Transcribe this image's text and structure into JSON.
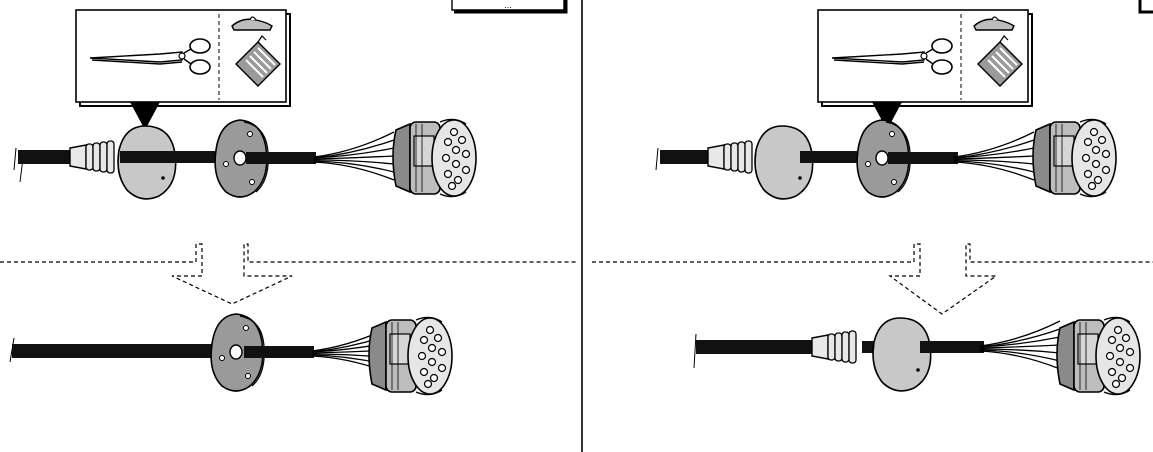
{
  "colors": {
    "line": "#000000",
    "fill_light": "#d6d6d6",
    "fill_mid": "#bdbdbd",
    "fill_dark": "#8a8a8a",
    "background": "#ffffff"
  },
  "panels": [
    {
      "id": "left",
      "tools": [
        "scissors-icon",
        "cutter-icon"
      ],
      "top_assembly": [
        "cable",
        "bellows-boot",
        "grommet-front",
        "grommet-plate",
        "wire-fan",
        "connector-plug"
      ],
      "bottom_assembly": [
        "cable",
        "grommet-plate",
        "wire-fan",
        "connector-plug"
      ],
      "corner_tag": "...",
      "callout_points_to": "grommet-front"
    },
    {
      "id": "right",
      "tools": [
        "scissors-icon",
        "cutter-icon"
      ],
      "top_assembly": [
        "cable",
        "bellows-boot",
        "grommet-front",
        "grommet-plate",
        "wire-fan",
        "connector-plug"
      ],
      "bottom_assembly": [
        "cable",
        "bellows-boot",
        "grommet-front",
        "wire-fan",
        "connector-plug"
      ],
      "corner_tag": "",
      "callout_points_to": "grommet-plate"
    }
  ]
}
